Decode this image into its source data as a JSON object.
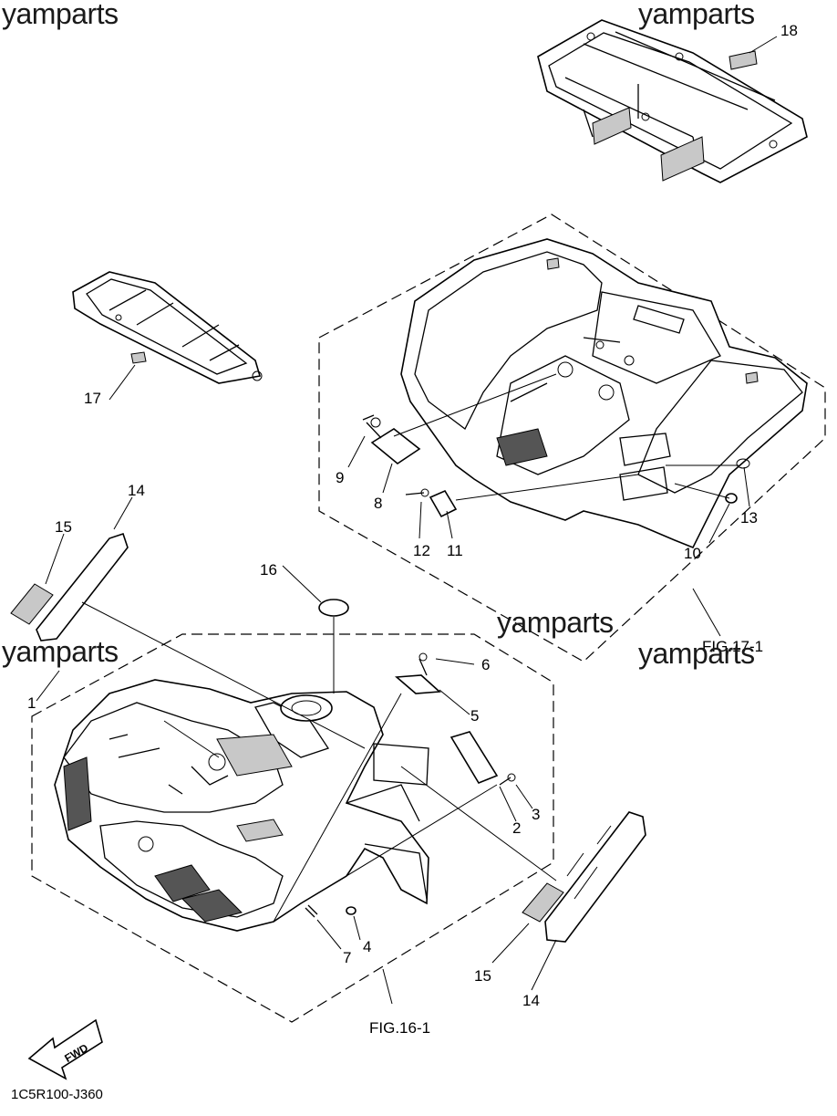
{
  "watermarks": [
    "yamparts",
    "yamparts",
    "yamparts",
    "yamparts",
    "yamparts"
  ],
  "callouts": {
    "c1": "1",
    "c2": "2",
    "c3": "3",
    "c4": "4",
    "c5": "5",
    "c6": "6",
    "c7": "7",
    "c8": "8",
    "c9": "9",
    "c10": "10",
    "c11": "11",
    "c12": "12",
    "c13": "13",
    "c14a": "14",
    "c14b": "14",
    "c15a": "15",
    "c15b": "15",
    "c16": "16",
    "c17": "17",
    "c18": "18"
  },
  "figure_labels": {
    "front": "FIG.16-1",
    "rear": "FIG.17-1"
  },
  "fwd_arrow_label": "FWD",
  "diagram_code": "1C5R100-J360"
}
